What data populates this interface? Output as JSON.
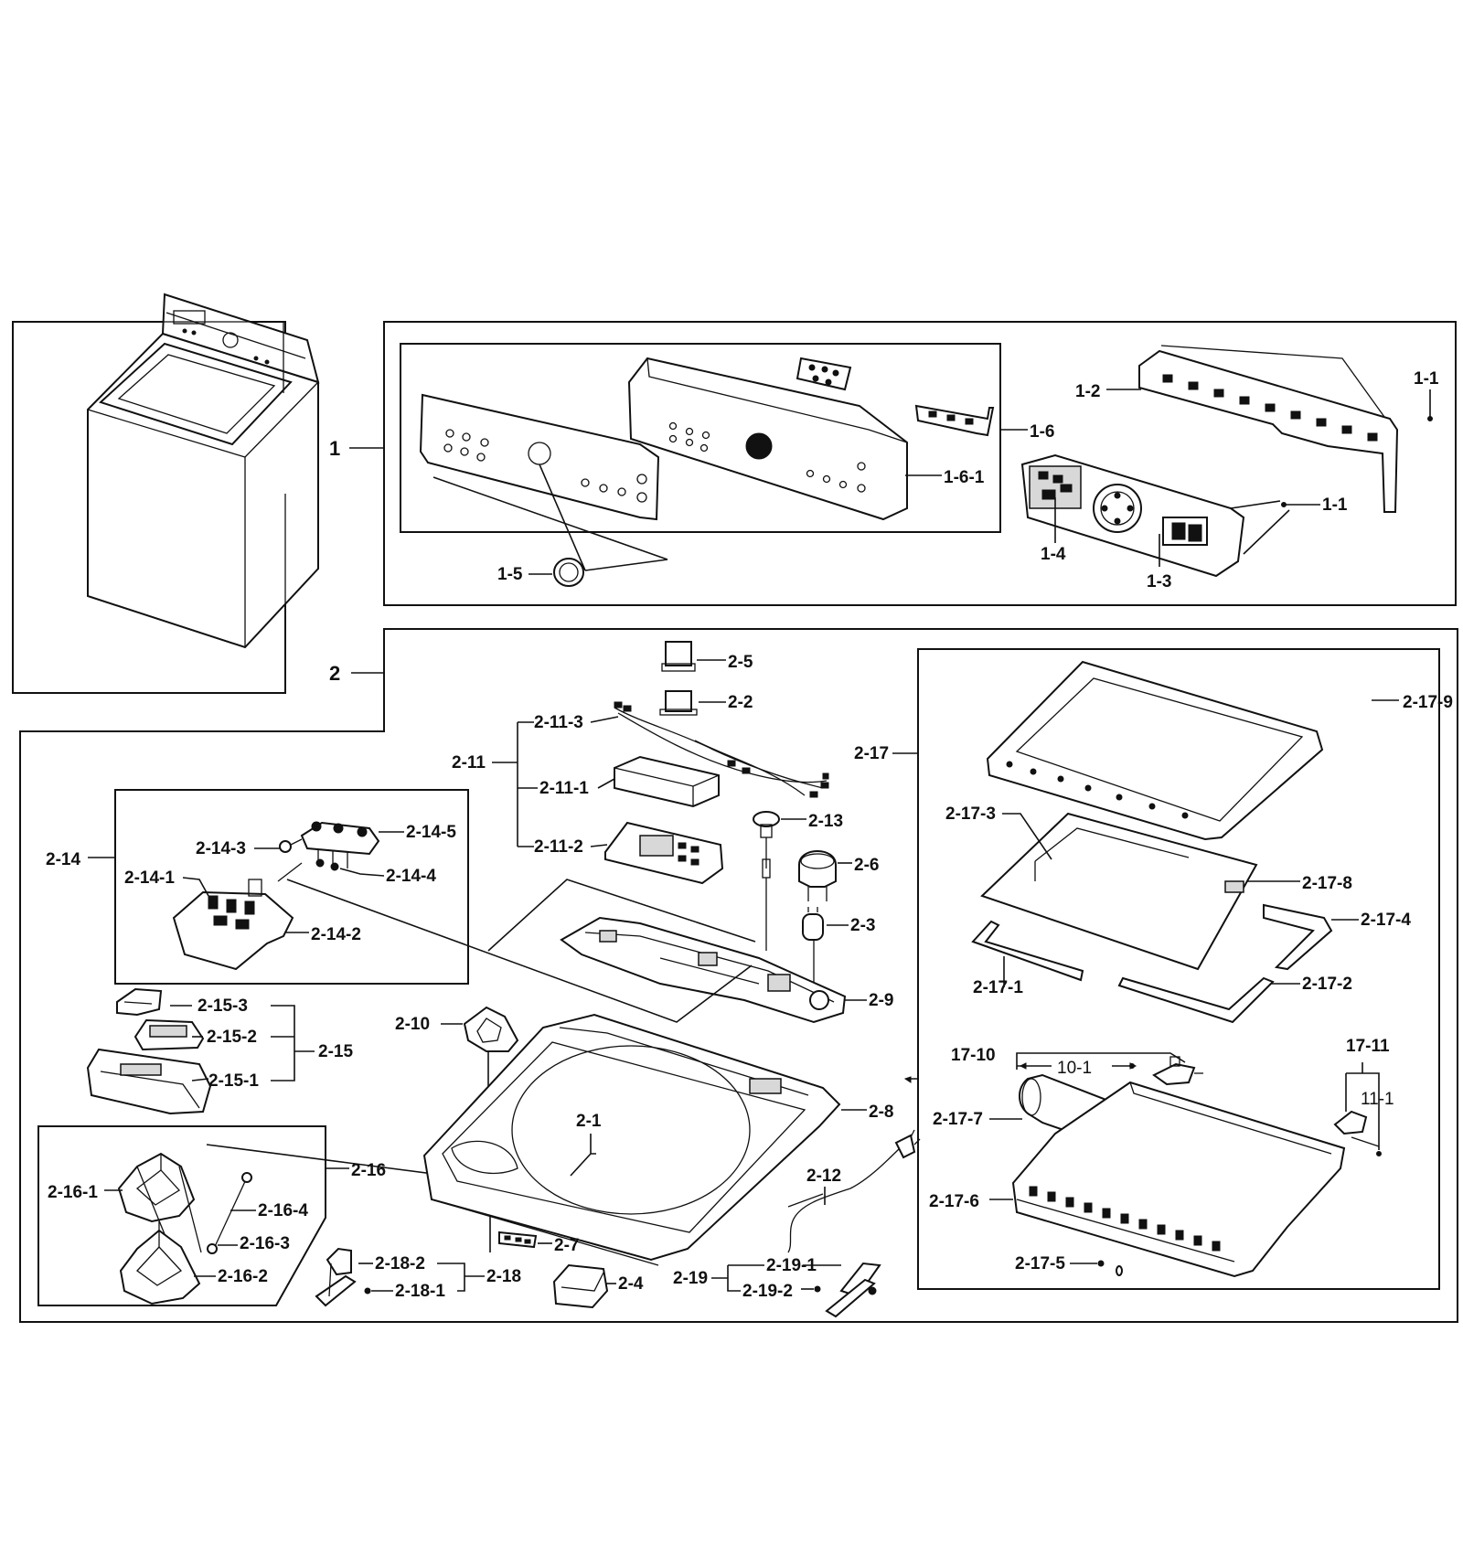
{
  "labels": {
    "l1": "1",
    "l2": "2",
    "l1_1a": "1-1",
    "l1_1b": "1-1",
    "l1_2": "1-2",
    "l1_3": "1-3",
    "l1_4": "1-4",
    "l1_5": "1-5",
    "l1_6": "1-6",
    "l1_6_1": "1-6-1",
    "l2_1": "2-1",
    "l2_2": "2-2",
    "l2_3": "2-3",
    "l2_4": "2-4",
    "l2_5": "2-5",
    "l2_6": "2-6",
    "l2_7": "2-7",
    "l2_8": "2-8",
    "l2_9": "2-9",
    "l2_10": "2-10",
    "l2_11": "2-11",
    "l2_11_1": "2-11-1",
    "l2_11_2": "2-11-2",
    "l2_11_3": "2-11-3",
    "l2_12": "2-12",
    "l2_13": "2-13",
    "l2_14": "2-14",
    "l2_14_1": "2-14-1",
    "l2_14_2": "2-14-2",
    "l2_14_3": "2-14-3",
    "l2_14_4": "2-14-4",
    "l2_14_5": "2-14-5",
    "l2_15": "2-15",
    "l2_15_1": "2-15-1",
    "l2_15_2": "2-15-2",
    "l2_15_3": "2-15-3",
    "l2_16": "2-16",
    "l2_16_1": "2-16-1",
    "l2_16_2": "2-16-2",
    "l2_16_3": "2-16-3",
    "l2_16_4": "2-16-4",
    "l2_17": "2-17",
    "l2_17_1": "2-17-1",
    "l2_17_2": "2-17-2",
    "l2_17_3": "2-17-3",
    "l2_17_4": "2-17-4",
    "l2_17_5": "2-17-5",
    "l2_17_6": "2-17-6",
    "l2_17_7": "2-17-7",
    "l2_17_8": "2-17-8",
    "l2_17_9": "2-17-9",
    "l17_10": "17-10",
    "l10_1": "10-1",
    "l17_11": "17-11",
    "l11_1": "11-1",
    "l2_18": "2-18",
    "l2_18_1": "2-18-1",
    "l2_18_2": "2-18-2",
    "l2_19": "2-19",
    "l2_19_1": "2-19-1",
    "l2_19_2": "2-19-2"
  }
}
